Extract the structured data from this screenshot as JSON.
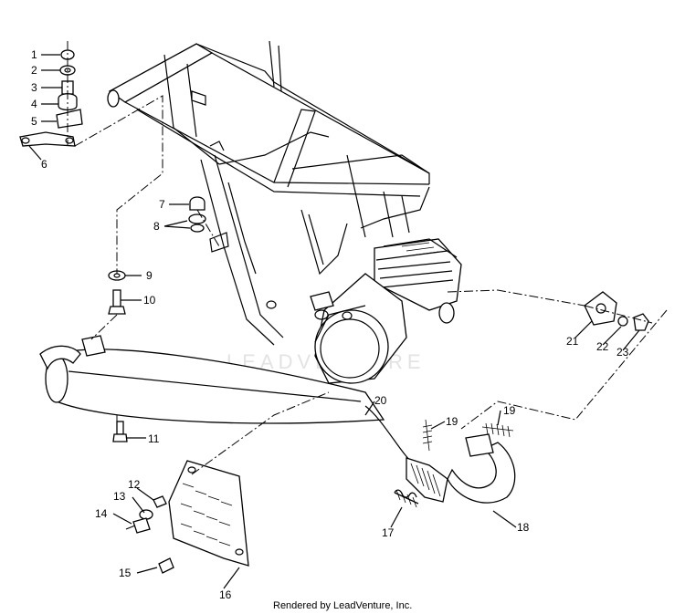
{
  "diagram": {
    "watermark": "LEADVENTURE",
    "footer": "Rendered by LeadVenture, Inc.",
    "callouts": [
      "1",
      "2",
      "3",
      "4",
      "5",
      "6",
      "7",
      "8",
      "9",
      "10",
      "11",
      "12",
      "13",
      "14",
      "15",
      "16",
      "17",
      "18",
      "19",
      "19",
      "20",
      "21",
      "22",
      "23"
    ]
  }
}
